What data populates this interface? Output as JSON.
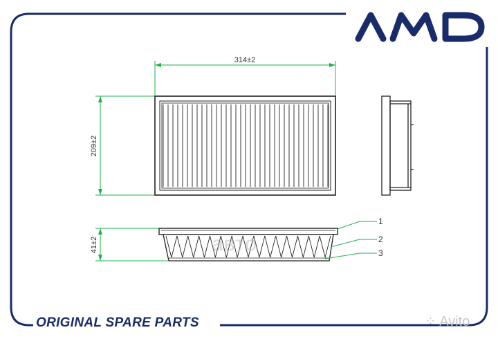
{
  "brand": {
    "logo_text": "AMD"
  },
  "dimensions": {
    "length": "314±2",
    "width": "209±2",
    "height": "41±2"
  },
  "callouts": [
    "1",
    "2",
    "3"
  ],
  "footer": {
    "text": "ORIGINAL SPARE PARTS"
  },
  "watermarks": {
    "center": "авто",
    "corner": "Avito"
  },
  "colors": {
    "frame": "#1a2b6b",
    "dimension_line": "#22b14c",
    "part_outline": "#222222"
  }
}
